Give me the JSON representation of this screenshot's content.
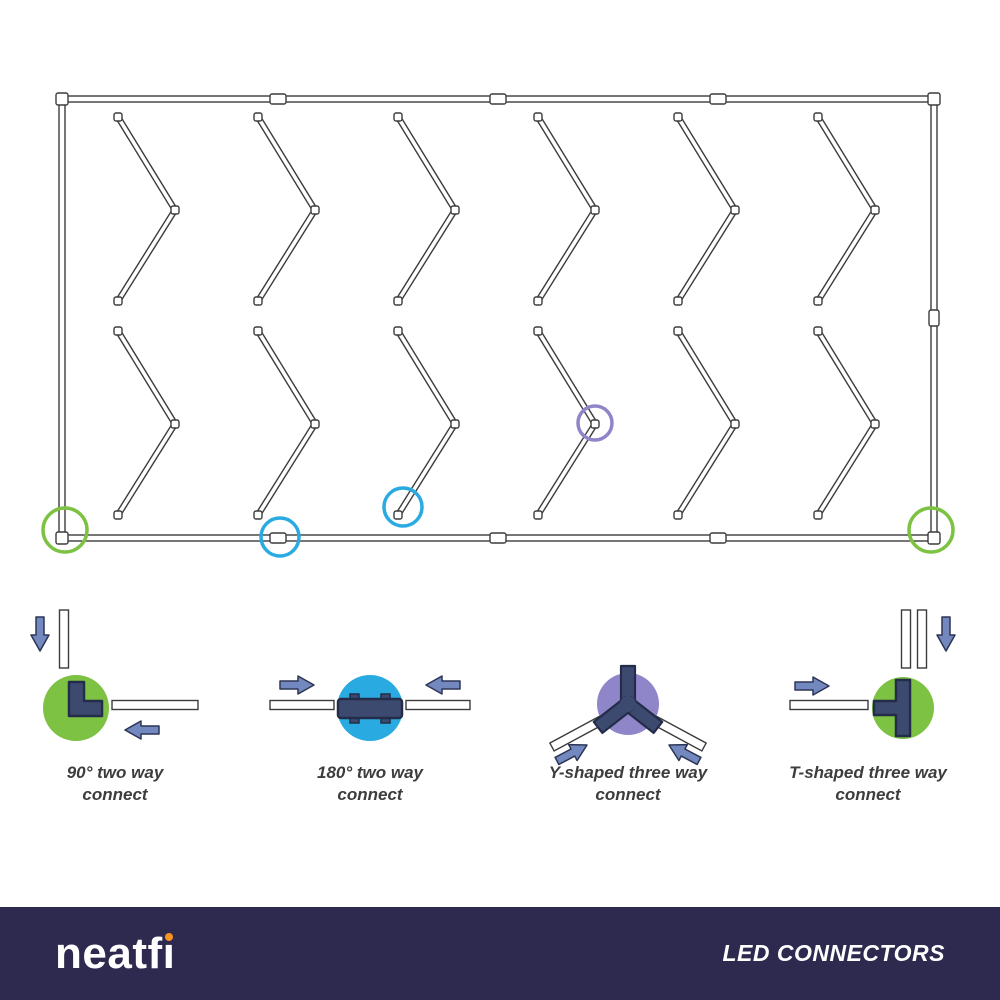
{
  "colors": {
    "green": "#7DC242",
    "blue": "#29ABE2",
    "purple": "#8F86C9",
    "navy": "#2E2A4F",
    "connector_dark": "#3D4A70",
    "connector_stroke": "#232C49",
    "arrow_fill": "#7388BE",
    "arrow_stroke": "#2C3555",
    "tube_stroke": "#3C3C3C",
    "logo_dot": "#F7941E"
  },
  "diagram": {
    "shape": "rectangular LED tube frame containing 12 chevron tube segments (2 rows x 6 columns)",
    "highlights": [
      {
        "color_key": "green",
        "location": "bottom-left corner",
        "connector": "90° two way"
      },
      {
        "color_key": "blue",
        "location": "bottom edge joint",
        "connector": "180° two way"
      },
      {
        "color_key": "blue",
        "location": "chevron segment end",
        "connector": "180° two way"
      },
      {
        "color_key": "purple",
        "location": "chevron apex joint",
        "connector": "Y-shaped three way"
      },
      {
        "color_key": "green",
        "location": "bottom-right corner",
        "connector": "T-shaped three way"
      }
    ]
  },
  "connectors": [
    {
      "id": "two-way-90",
      "icon": "elbow-connector-icon",
      "label_line1": "90° two way",
      "label_line2": "connect",
      "circle_color_key": "green"
    },
    {
      "id": "two-way-180",
      "icon": "straight-connector-icon",
      "label_line1": "180° two way",
      "label_line2": "connect",
      "circle_color_key": "blue"
    },
    {
      "id": "three-way-y",
      "icon": "y-connector-icon",
      "label_line1": "Y-shaped three way",
      "label_line2": "connect",
      "circle_color_key": "purple"
    },
    {
      "id": "three-way-t",
      "icon": "t-connector-icon",
      "label_line1": "T-shaped three way",
      "label_line2": "connect",
      "circle_color_key": "green"
    }
  ],
  "footer": {
    "logo_text": "neatfi",
    "title": "LED CONNECTORS"
  }
}
